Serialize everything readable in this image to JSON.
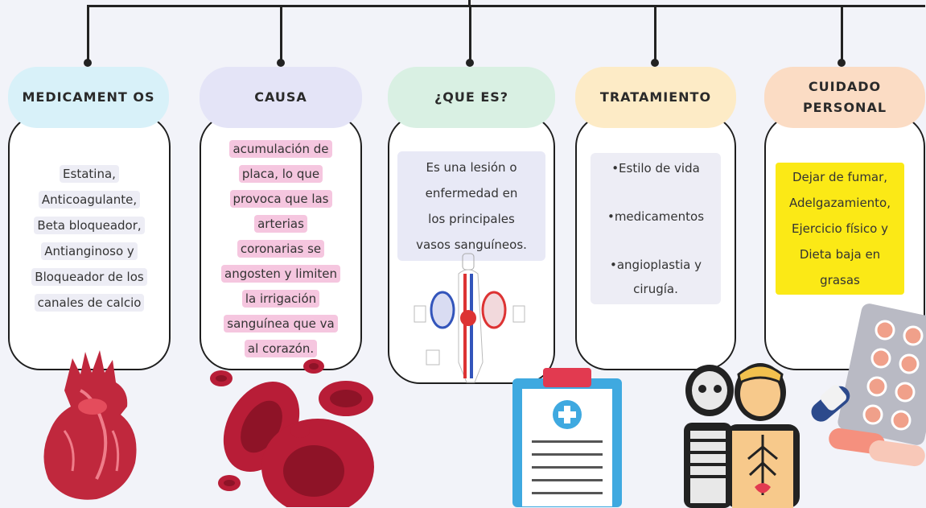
{
  "columns": [
    {
      "header": "MEDICAMENT OS",
      "color": "#d8f1f9",
      "lines": [
        "Estatina,",
        "Anticoagulante,",
        "Beta bloqueador,",
        "Antianginoso y",
        "Bloqueador de los",
        "canales de calcio"
      ],
      "highlight": "#ededf5"
    },
    {
      "header": "CAUSA",
      "color": "#e4e4f7",
      "lines": [
        "acumulación de",
        "placa, lo que",
        "provoca que las",
        "arterias",
        "coronarias se",
        "angosten y limiten",
        "la irrigación",
        "sanguínea que va",
        "al corazón."
      ],
      "highlight": "#f5c6df"
    },
    {
      "header": "¿QUE ES?",
      "color": "#d9f0e3",
      "lines": [
        "Es una lesión o",
        "enfermedad en",
        "los principales",
        "vasos sanguíneos."
      ],
      "highlight": "#e8e9f6"
    },
    {
      "header": "TRATAMIENTO",
      "color": "#fdebc6",
      "lines": [
        "•Estilo de vida",
        "",
        "•medicamentos",
        "",
        "•angioplastia y",
        "cirugía."
      ],
      "highlight": "#ededf5"
    },
    {
      "header": "CUIDADO PERSONAL",
      "color": "#fbdcc4",
      "lines": [
        "Dejar de fumar,",
        "Adelgazamiento,",
        "Ejercicio físico y",
        "Dieta baja en",
        "grasas"
      ],
      "highlight": "#fbe916"
    }
  ]
}
